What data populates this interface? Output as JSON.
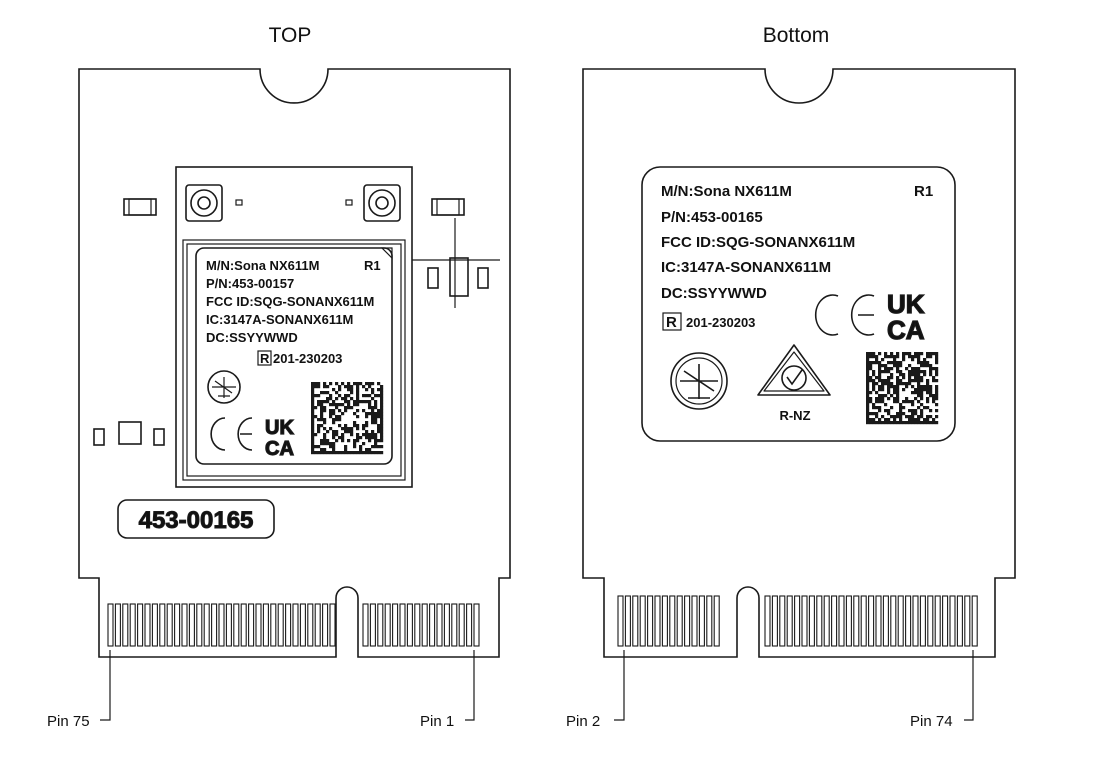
{
  "views": {
    "top": {
      "title": "TOP",
      "module_label": {
        "mn": "M/N:Sona NX611M",
        "rev": "R1",
        "pn": "P/N:453-00157",
        "fcc": "FCC ID:SQG-SONANX611M",
        "ic": "IC:3147A-SONANX611M",
        "dc": "DC:SSYYWWD",
        "r_mark": "R",
        "telec_code": "201-230203",
        "ce": "CE",
        "ukca_top": "UK",
        "ukca_bottom": "CA"
      },
      "part_tag": "453-00165",
      "pin_left": "Pin 75",
      "pin_right": "Pin 1"
    },
    "bottom": {
      "title": "Bottom",
      "label": {
        "mn": "M/N:Sona NX611M",
        "rev": "R1",
        "pn": "P/N:453-00165",
        "fcc": "FCC ID:SQG-SONANX611M",
        "ic": "IC:3147A-SONANX611M",
        "dc": "DC:SSYYWWD",
        "r_mark": "R",
        "telec_code": "201-230203",
        "ce": "CE",
        "ukca_top": "UK",
        "ukca_bottom": "CA",
        "rcm_text": "R-NZ"
      },
      "pin_left": "Pin 2",
      "pin_right": "Pin 74"
    }
  },
  "colors": {
    "line": "#1a1a1a",
    "background": "#ffffff"
  }
}
